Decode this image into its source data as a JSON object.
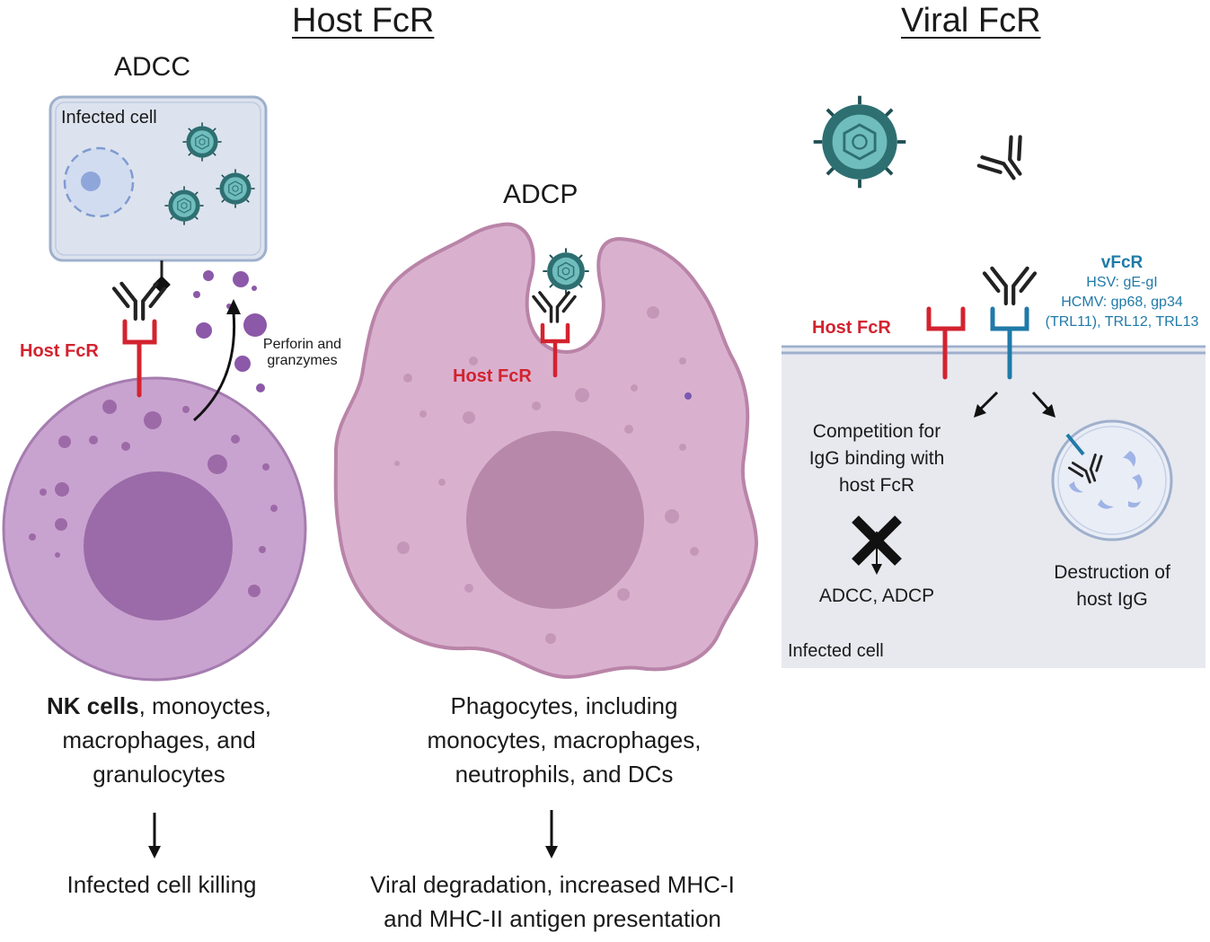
{
  "host_section": {
    "title": "Host FcR",
    "adcc": {
      "title": "ADCC",
      "infected_cell_label": "Infected cell",
      "receptor_label": "Host FcR",
      "perforin_line1": "Perforin and",
      "perforin_line2": "granzymes",
      "effectors_bold": "NK cells",
      "effectors_line1_rest": ", monoyctes,",
      "effectors_line2": "macrophages, and",
      "effectors_line3": "granulocytes",
      "outcome": "Infected cell killing"
    },
    "adcp": {
      "title": "ADCP",
      "receptor_label": "Host FcR",
      "effectors_line1": "Phagocytes, including",
      "effectors_line2": "monocytes, macrophages,",
      "effectors_line3": "neutrophils, and DCs",
      "outcome_line1": "Viral degradation, increased MHC-I",
      "outcome_line2": "and MHC-II antigen presentation"
    }
  },
  "viral_section": {
    "title": "Viral FcR",
    "host_receptor_label": "Host FcR",
    "vfcr_title": "vFcR",
    "vfcr_line1": "HSV: gE-gI",
    "vfcr_line2": "HCMV: gp68, gp34",
    "vfcr_line3": "(TRL11), TRL12, TRL13",
    "competition_line1": "Competition for",
    "competition_line2": "IgG binding with",
    "competition_line3": "host FcR",
    "blocked_outcome": "ADCC, ADCP",
    "destruction_line1": "Destruction of",
    "destruction_line2": "host IgG",
    "infected_cell_label": "Infected cell"
  },
  "colors": {
    "host_fcr": "#d3232f",
    "viral_fcr": "#1f7aa8",
    "nk_cell": "#c9a3cf",
    "phagocyte": "#d9b1cf",
    "virus": "#5fb3b3",
    "infected_cell_bg": "#e7e9ef"
  }
}
